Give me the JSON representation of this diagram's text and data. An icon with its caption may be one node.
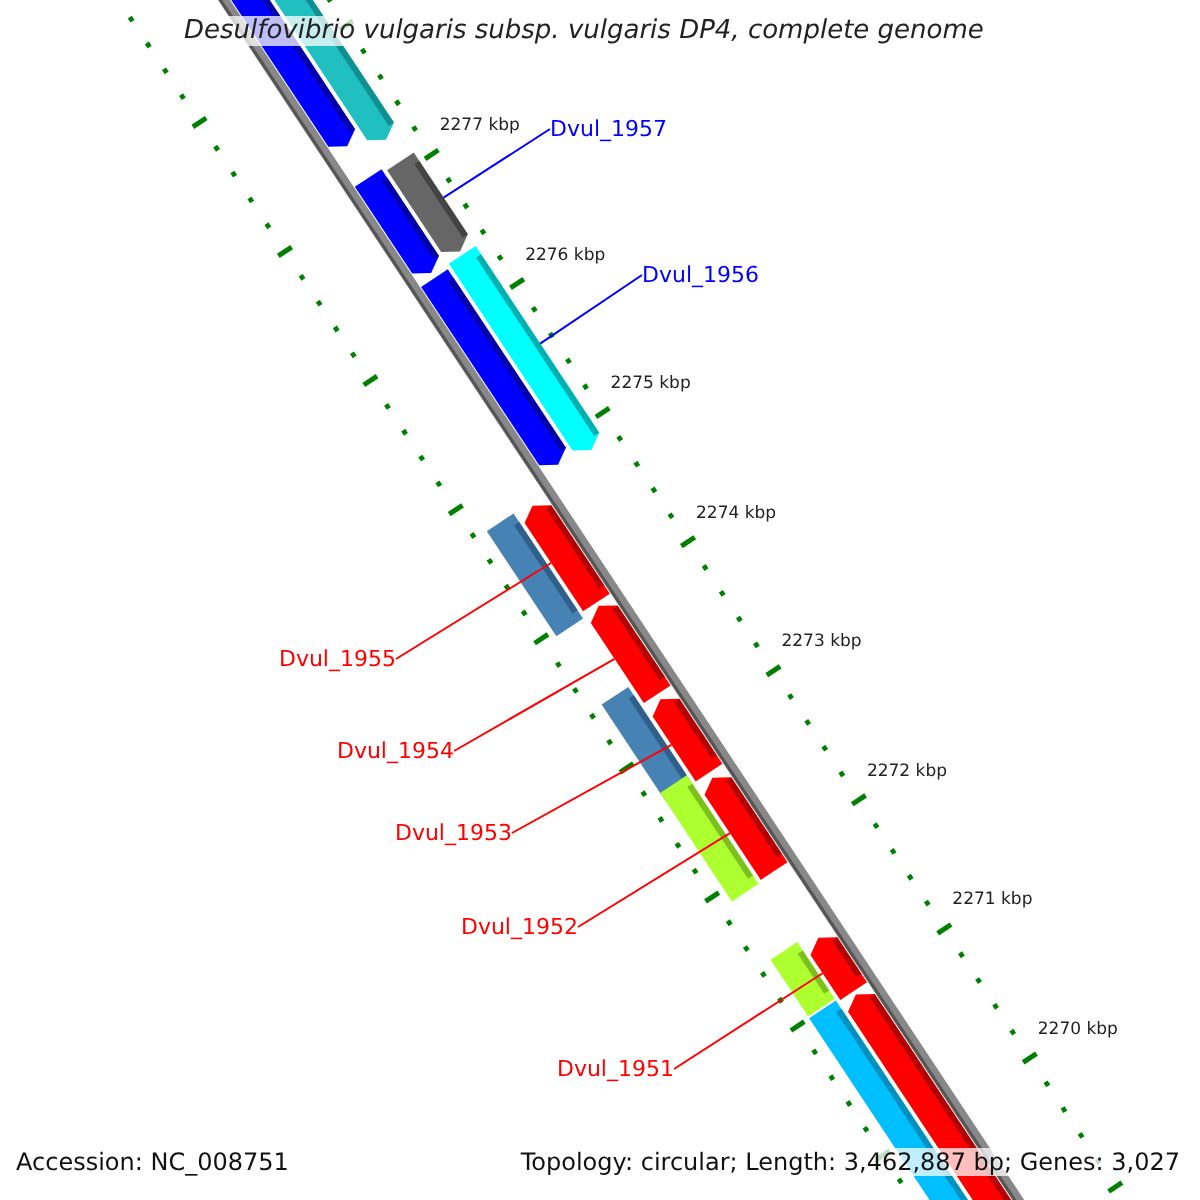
{
  "diagram": {
    "title": "Desulfovibrio vulgaris subsp. vulgaris DP4, complete genome",
    "nodes": [
      {
        "text": [
          "Dvul_1957"
        ]
      },
      {
        "text": [
          "Dvul_1956"
        ]
      },
      {
        "text": [
          "Dvul_1955"
        ]
      },
      {
        "text": [
          "Dvul_1954"
        ]
      },
      {
        "text": [
          "Dvul_1953"
        ]
      },
      {
        "text": [
          "Dvul_1952"
        ]
      },
      {
        "text": [
          "Dvul_1951"
        ]
      },
      {
        "text": [],
        "shape": "bar"
      },
      {
        "text": [],
        "shape": "bar"
      },
      {
        "text": [],
        "shape": "bar"
      },
      {
        "text": [],
        "shape": "bar"
      },
      {
        "text": [],
        "shape": "bar"
      },
      {
        "text": [],
        "shape": "bar"
      },
      {
        "text": [],
        "shape": "bar"
      }
    ],
    "edges": [
      {
        "from": 0,
        "to": 7,
        "arrow": "none",
        "color": "#0000ff"
      },
      {
        "from": 1,
        "to": 8,
        "arrow": "none",
        "color": "#0000ff"
      },
      {
        "from": 2,
        "to": 9,
        "arrow": "none"
      },
      {
        "from": 3,
        "to": 10,
        "arrow": "none"
      },
      {
        "from": 4,
        "to": 11,
        "arrow": "none"
      },
      {
        "from": 5,
        "to": 12,
        "arrow": "none"
      },
      {
        "from": 6,
        "to": 13,
        "arrow": "none"
      }
    ],
    "labels": [
      "2277 kbp",
      "2276 kbp",
      "2275 kbp",
      "2274 kbp",
      "2273 kbp",
      "2272 kbp",
      "2271 kbp",
      "2270 kbp",
      "Accession: NC_008751",
      "Topology: circular; Length: 3,462,887 bp; Genes: 3,027"
    ]
  }
}
